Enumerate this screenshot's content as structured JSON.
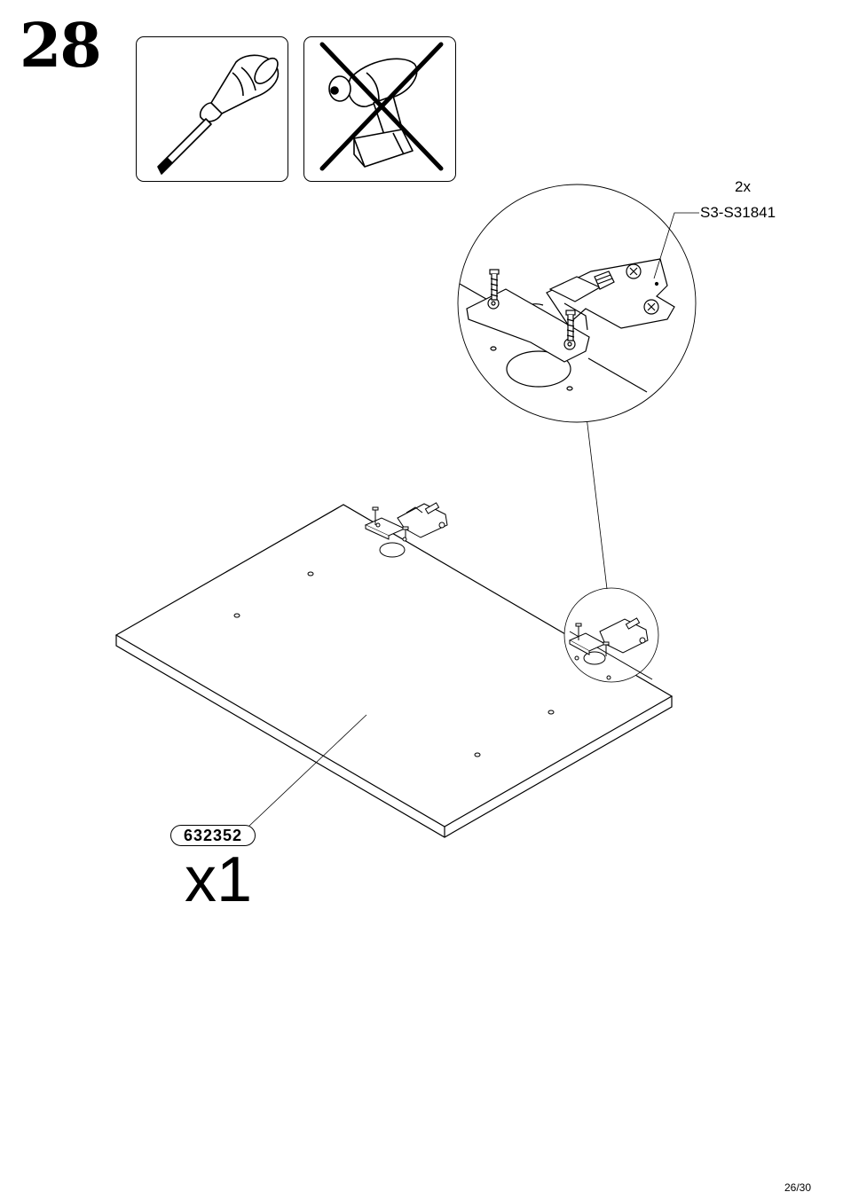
{
  "step": {
    "number": "28"
  },
  "tools": [
    {
      "name": "screwdriver",
      "allowed": true
    },
    {
      "name": "power-drill",
      "allowed": false
    }
  ],
  "hardware": {
    "quantity": "2x",
    "code": "S3-S31841"
  },
  "panel": {
    "id": "632352",
    "quantity": "x1"
  },
  "page_number": "26/30"
}
